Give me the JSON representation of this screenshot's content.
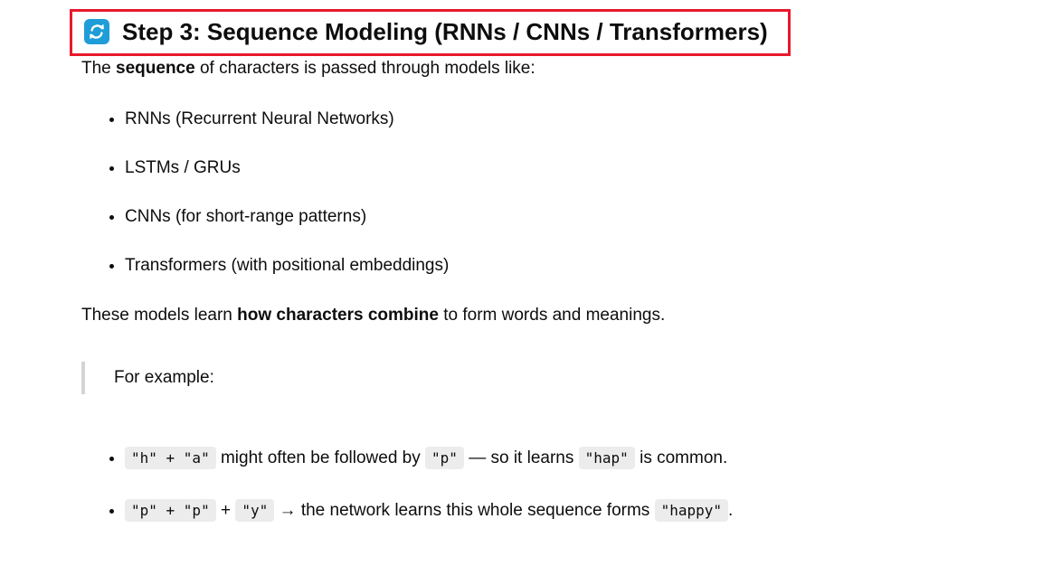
{
  "heading": {
    "icon": "sync-arrows-icon",
    "text": "Step 3: Sequence Modeling (RNNs / CNNs / Transformers)"
  },
  "intro": {
    "prefix": "The ",
    "bold": "sequence",
    "suffix": " of characters is passed through models like:"
  },
  "model_list": [
    "RNNs (Recurrent Neural Networks)",
    "LSTMs / GRUs",
    "CNNs (for short-range patterns)",
    "Transformers (with positional embeddings)"
  ],
  "summary": {
    "prefix": "These models learn ",
    "bold": "how characters combine",
    "suffix": " to form words and meanings."
  },
  "quote": "For example:",
  "examples": {
    "0": {
      "segments": {
        "0": "\"h\" + \"a\"",
        "1": " might often be followed by ",
        "2": "\"p\"",
        "3": " — so it learns ",
        "4": "\"hap\"",
        "5": " is common."
      }
    },
    "1": {
      "segments": {
        "0": "\"p\" + \"p\"",
        "1": " + ",
        "2": "\"y\"",
        "3": " → the network learns this whole sequence forms ",
        "4": "\"happy\"",
        "5": "."
      }
    }
  },
  "colors": {
    "annotation_red": "#e8192c",
    "icon_blue": "#1e9dd8",
    "code_background": "#ececec",
    "quote_bar": "#d4d4d4",
    "text": "#0d0d0d"
  }
}
